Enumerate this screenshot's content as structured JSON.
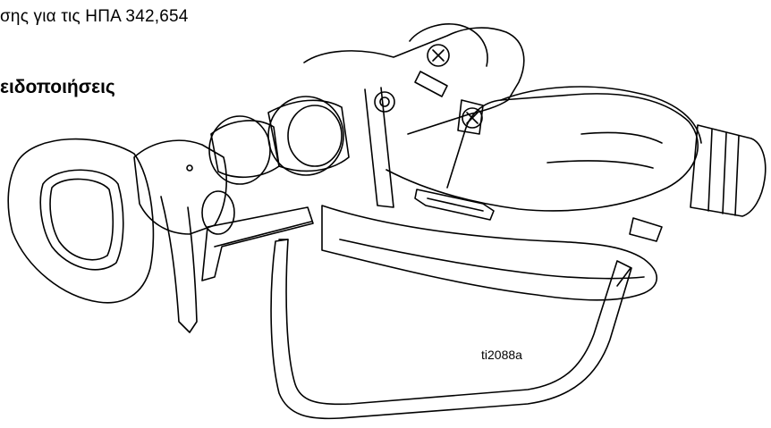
{
  "text": {
    "patent_line": "σης για τις ΗΠΑ 342,654",
    "section_heading": "ειδοποιήσεις"
  },
  "figure": {
    "label": "ti2088a"
  }
}
